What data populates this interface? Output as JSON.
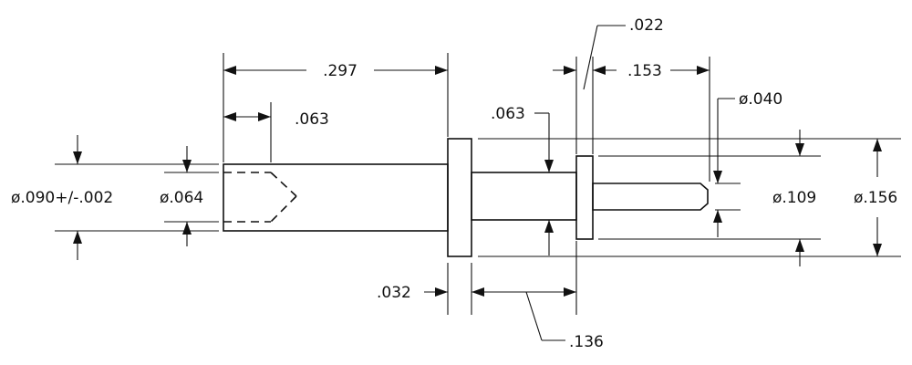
{
  "drawing": {
    "dims": {
      "overall_length": ".297",
      "bore_depth": ".063",
      "flange_gap": ".063",
      "collar_thickness": ".022",
      "pin_length": ".153",
      "pin_diameter": "ø.040",
      "shank_diameter": "ø.090+/-.002",
      "bore_diameter": "ø.064",
      "body_diameter": "ø.109",
      "flange_diameter": "ø.156",
      "flange_thickness": ".032",
      "body_length": ".136"
    }
  }
}
